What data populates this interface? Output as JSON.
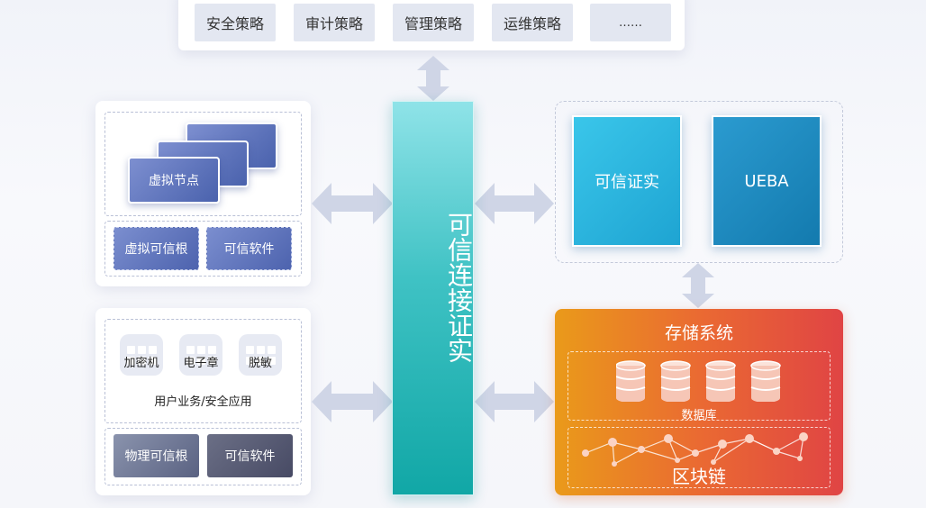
{
  "policies": [
    "安全策略",
    "审计策略",
    "管理策略",
    "运维策略",
    "……"
  ],
  "virtual_panel": {
    "node_label": "虚拟节点",
    "root_label": "虚拟可信根",
    "software_label": "可信软件"
  },
  "physical_panel": {
    "apps": [
      "加密机",
      "电子章",
      "脱敏"
    ],
    "apps_caption": "用户业务/安全应用",
    "root_label": "物理可信根",
    "software_label": "可信软件"
  },
  "center": {
    "label": "可信连接证实"
  },
  "right_top": {
    "tile_attest": "可信证实",
    "tile_ueba": "UEBA"
  },
  "storage": {
    "title": "存储系统",
    "database_label": "数据库",
    "blockchain_label": "区块链"
  },
  "colors": {
    "center_top": "#8fe3e8",
    "center_bottom": "#11a7a6",
    "arrow": "#cfd5e6",
    "storage_left": "#ea9a1a",
    "storage_right": "#e04444",
    "virtual_blue": "#4a62ad"
  }
}
